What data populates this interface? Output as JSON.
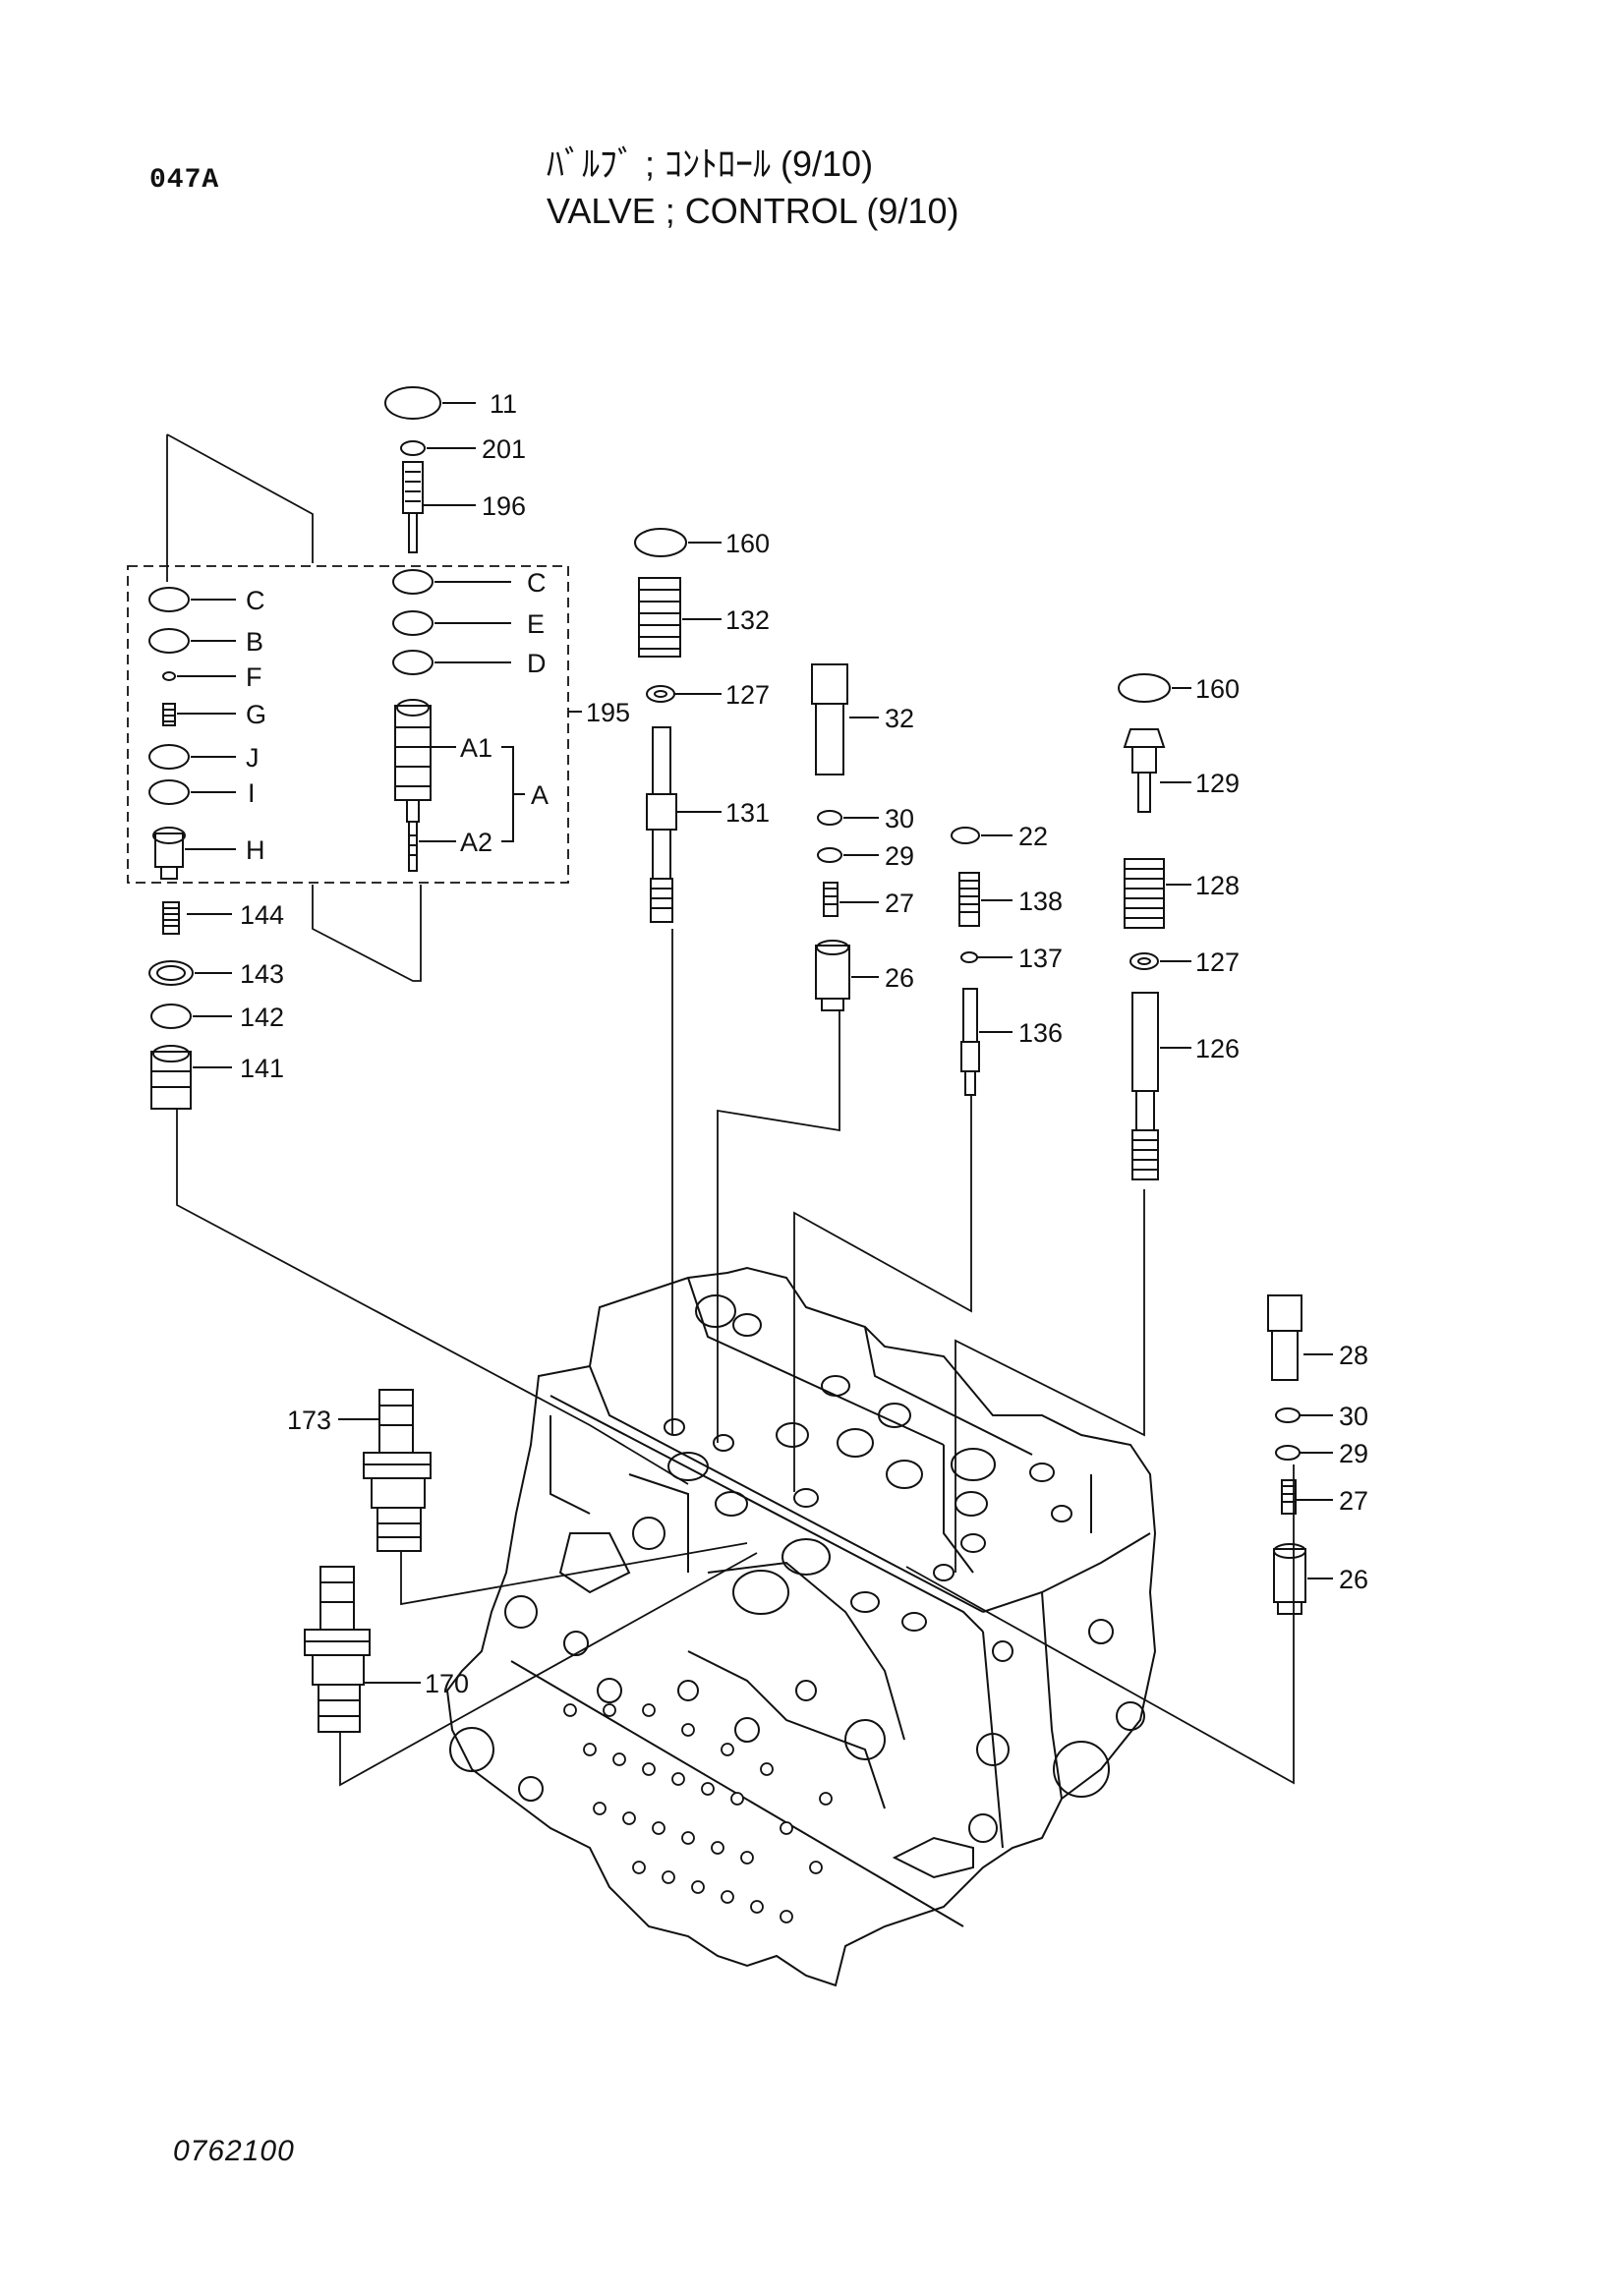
{
  "header": {
    "page_code": "047A",
    "title_jp": "ﾊﾞﾙﾌﾞ ; ｺﾝﾄﾛｰﾙ (9/10)",
    "title_en": "VALVE ; CONTROL (9/10)"
  },
  "footer": {
    "drawing_number": "0762100"
  },
  "callouts": {
    "p11": "11",
    "p201": "201",
    "p196": "196",
    "kitC_left": "C",
    "kitB": "B",
    "kitF": "F",
    "kitG": "G",
    "kitJ": "J",
    "kitI": "I",
    "kitH": "H",
    "kitC_right": "C",
    "kitE": "E",
    "kitD": "D",
    "kitA1": "A1",
    "kitA2": "A2",
    "kitA": "A",
    "p195": "195",
    "p144": "144",
    "p143": "143",
    "p142": "142",
    "p141": "141",
    "p160a": "160",
    "p132": "132",
    "p127a": "127",
    "p131": "131",
    "p32": "32",
    "p30a": "30",
    "p29a": "29",
    "p27a": "27",
    "p26a": "26",
    "p22": "22",
    "p138": "138",
    "p137": "137",
    "p136": "136",
    "p160b": "160",
    "p129": "129",
    "p128": "128",
    "p127b": "127",
    "p126": "126",
    "p28": "28",
    "p30b": "30",
    "p29b": "29",
    "p27b": "27",
    "p26b": "26",
    "p173": "173",
    "p170": "170"
  }
}
